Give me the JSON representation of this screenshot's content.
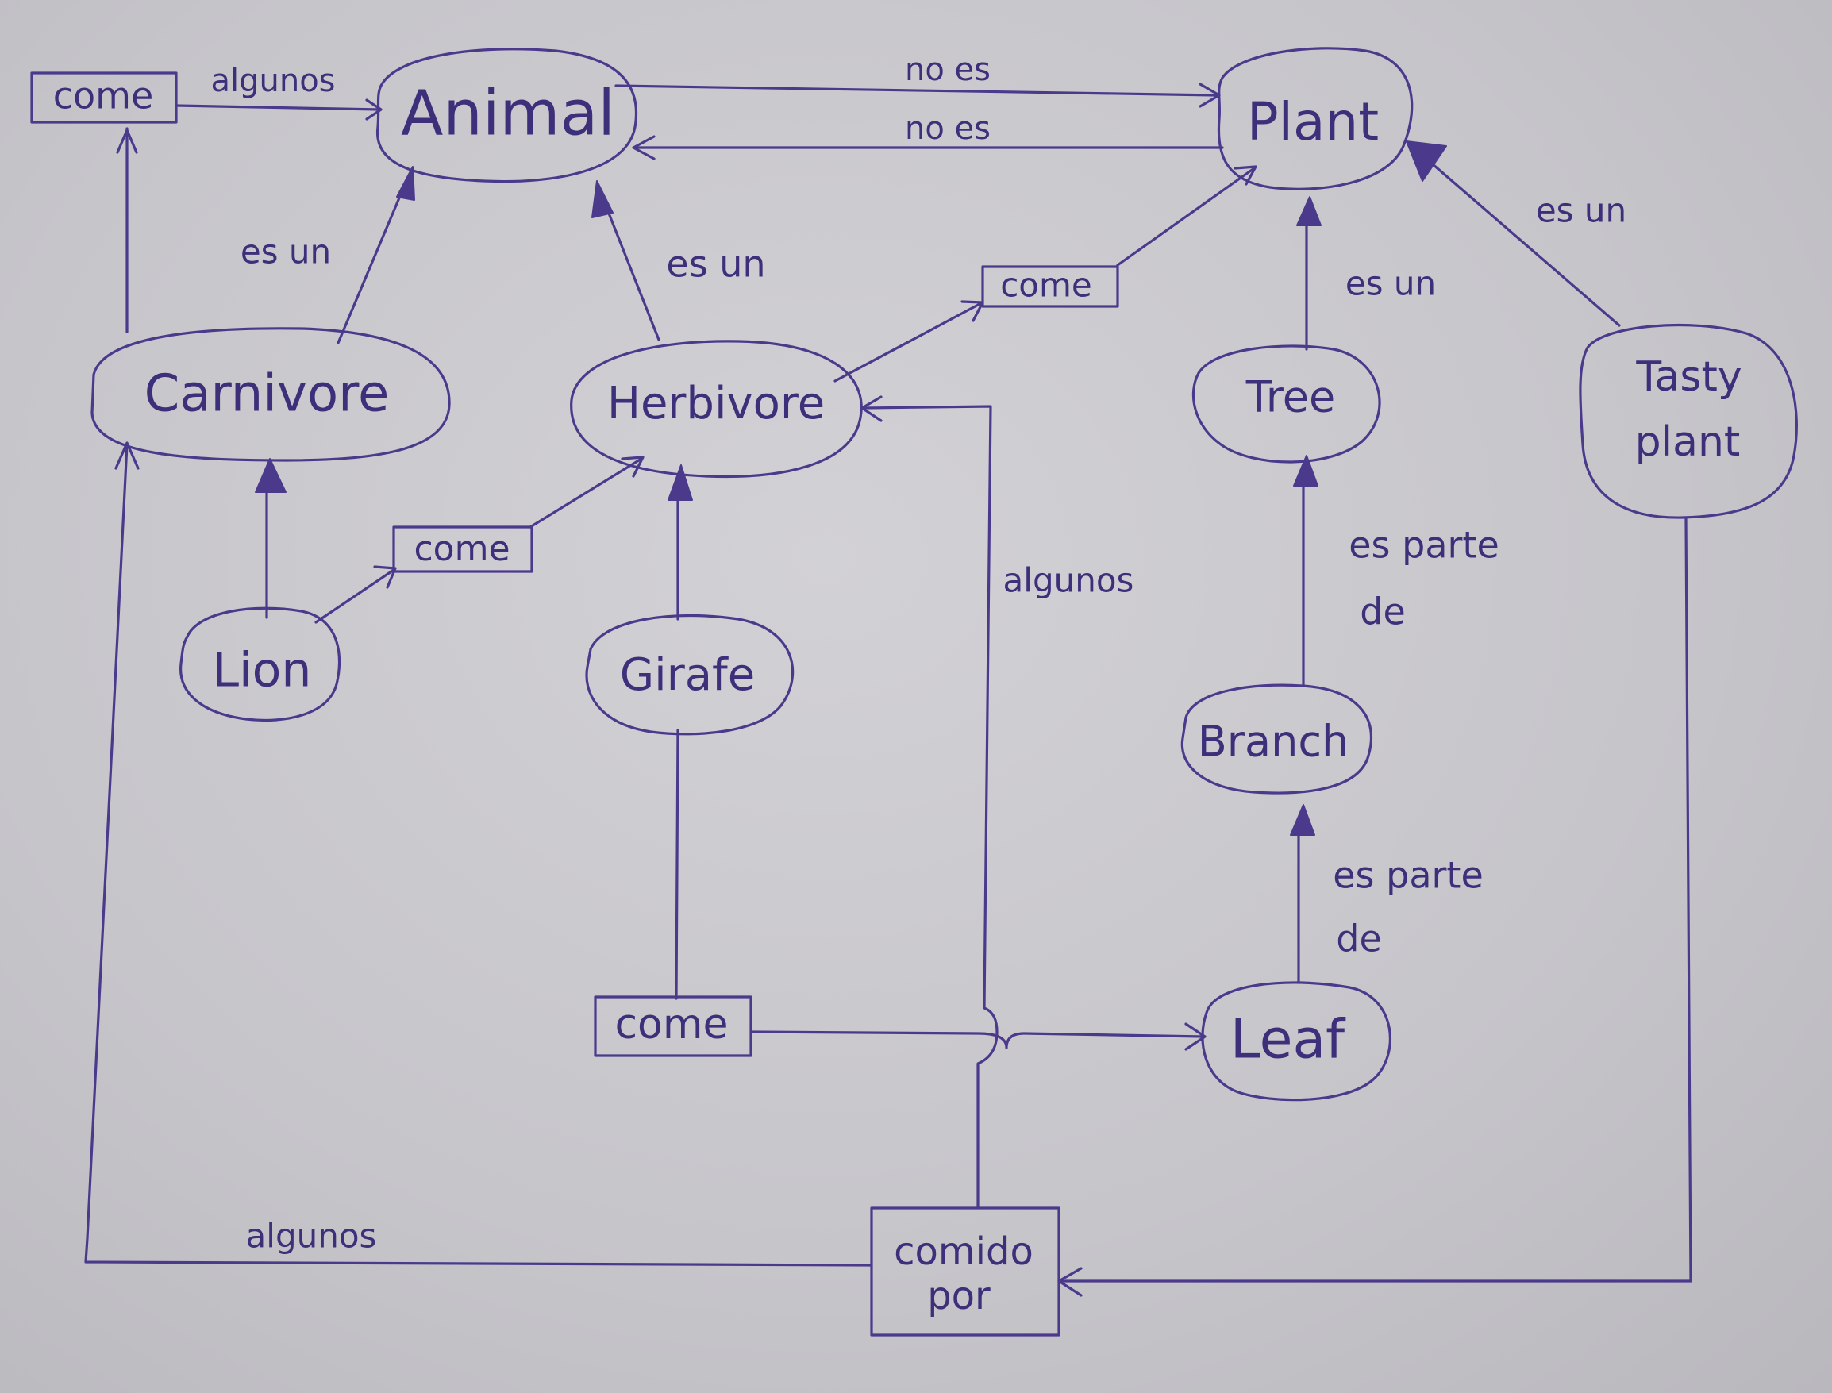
{
  "diagram": {
    "ink_color": "#4b3a8c",
    "paper_color": "#c9c8cc",
    "concepts": {
      "animal": "Animal",
      "plant": "Plant",
      "carnivore": "Carnivore",
      "herbivore": "Herbivore",
      "tree": "Tree",
      "tasty_plant_line1": "Tasty",
      "tasty_plant_line2": "plant",
      "lion": "Lion",
      "girafe": "Girafe",
      "branch": "Branch",
      "leaf": "Leaf"
    },
    "relations": {
      "come_top_left": "come",
      "come_top_mid": "come",
      "come_mid": "come",
      "come_bottom": "come",
      "comido_por_line1": "comido",
      "comido_por_line2": "por"
    },
    "edge_labels": {
      "algunos_top": "algunos",
      "no_es_1": "no es",
      "no_es_2": "no es",
      "es_un_carnivore": "es un",
      "es_un_herbivore": "es un",
      "es_un_tree": "es un",
      "es_un_tasty": "es un",
      "algunos_mid": "algunos",
      "es_parte_de_1_line1": "es parte",
      "es_parte_de_1_line2": "de",
      "es_parte_de_2_line1": "es parte",
      "es_parte_de_2_line2": "de",
      "algunos_bottom": "algunos"
    }
  }
}
